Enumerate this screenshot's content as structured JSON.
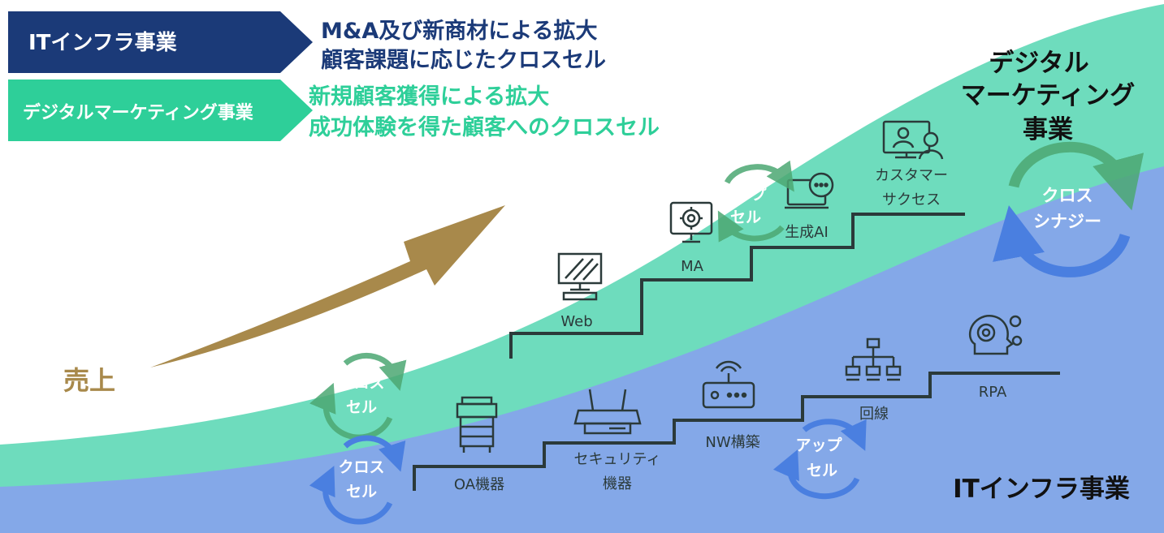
{
  "legend": {
    "it": {
      "label": "ITインフラ事業",
      "color": "#1b3a78",
      "desc_lines": [
        "M&A及び新商材による拡大",
        "顧客課題に応じたクロスセル"
      ]
    },
    "dm": {
      "label": "デジタルマーケティング事業",
      "color": "#2ecf99",
      "desc_lines": [
        "新規顧客獲得による拡大",
        "成功体験を得た顧客へのクロスセル"
      ]
    }
  },
  "sales_label": "売上",
  "dm_title_lines": [
    "デジタル",
    "マーケティング",
    "事業"
  ],
  "it_title": "ITインフラ事業",
  "cross_synergy_lines": [
    "クロス",
    "シナジー"
  ],
  "dm_steps": [
    {
      "lines": [
        "Web"
      ],
      "icon": "monitor-icon"
    },
    {
      "lines": [
        "MA"
      ],
      "icon": "gear-monitor-icon"
    },
    {
      "lines": [
        "生成AI"
      ],
      "icon": "laptop-chat-icon"
    },
    {
      "lines": [
        "カスタマー",
        "サクセス"
      ],
      "icon": "video-call-icon"
    }
  ],
  "it_steps": [
    {
      "lines": [
        "OA機器"
      ],
      "icon": "copier-icon"
    },
    {
      "lines": [
        "セキュリティ",
        "機器"
      ],
      "icon": "router-icon"
    },
    {
      "lines": [
        "NW構築"
      ],
      "icon": "wifi-router-icon"
    },
    {
      "lines": [
        "回線"
      ],
      "icon": "network-tree-icon"
    },
    {
      "lines": [
        "RPA"
      ],
      "icon": "head-gear-icon"
    }
  ],
  "cycles": {
    "dm_upsell": [
      "アップ",
      "セル"
    ],
    "it_upsell": [
      "アップ",
      "セル"
    ],
    "cross_sell_green": [
      "クロス",
      "セル"
    ],
    "cross_sell_blue": [
      "クロス",
      "セル"
    ]
  },
  "colors": {
    "teal_band": "#6edcbd",
    "blue_band": "#84a8e8",
    "navy": "#1b3a78",
    "green_text": "#2ecf99",
    "gold_arrow": "#a8894b",
    "step_line": "#2b3a3a",
    "cycle_green": "#4ca873",
    "cycle_blue": "#4a7fe0"
  }
}
